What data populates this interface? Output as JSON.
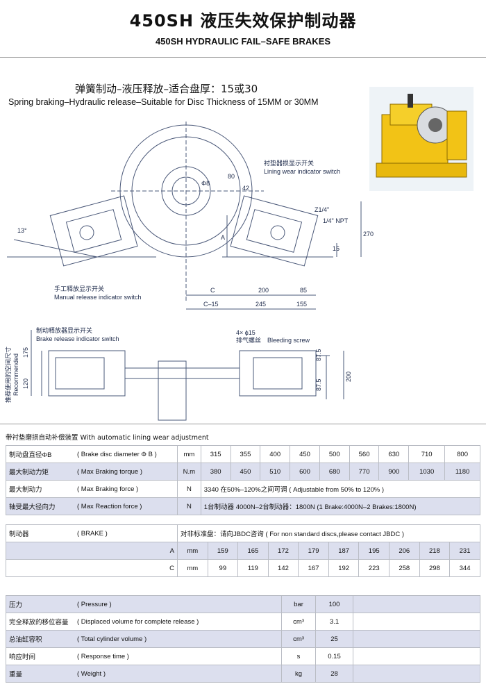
{
  "header": {
    "title_cn": "450SH 液压失效保护制动器",
    "title_en": "450SH HYDRAULIC FAIL–SAFE BRAKES"
  },
  "subtitle": {
    "cn": "弹簧制动–液压释放–适合盘厚：15或30",
    "en": "Spring braking–Hydraulic release–Suitable for Disc Thickness of 15MM or 30MM"
  },
  "drawing": {
    "labels": {
      "angle": "13°",
      "phi8": "Φ8",
      "dim_80": "80",
      "dim_42": "42",
      "lining_cn": "衬垫器损显示开关",
      "lining_en": "Lining wear indicator switch",
      "z14": "Z1/4\"",
      "npt": "1/4\" NPT",
      "dim_A": "A",
      "dim_270": "270",
      "dim_15": "15",
      "manual_cn": "手工释放显示开关",
      "manual_en": "Manual release indicator switch",
      "dim_C": "C",
      "dim_200": "200",
      "dim_85": "85",
      "dim_C15": "C–15",
      "dim_245": "245",
      "dim_155": "155",
      "holes": "4× ϕ15",
      "bleed_cn": "排气螺丝",
      "bleed_en": "Bleeding screw",
      "release_cn": "制动释放器显示开关",
      "release_en": "Brake release indicator switch",
      "vertical_cn": "推荐使用的空间尺寸",
      "vertical_en": "Recommended",
      "dim_175": "175",
      "dim_120": "120",
      "dim_875a": "87.5",
      "dim_875b": "87.5",
      "dim_200v": "200"
    }
  },
  "note": "带衬垫磨损自动补偿装置   With automatic lining wear adjustment",
  "table1": {
    "rows": [
      {
        "cn": "制动盘直径ΦB",
        "en": "( Brake disc diameter Φ B )",
        "unit": "mm",
        "values": [
          "315",
          "355",
          "400",
          "450",
          "500",
          "560",
          "630",
          "710",
          "800"
        ]
      },
      {
        "cn": "最大制动力矩",
        "en": "( Max Braking torque )",
        "unit": "N.m",
        "values": [
          "380",
          "450",
          "510",
          "600",
          "680",
          "770",
          "900",
          "1030",
          "1180"
        ]
      },
      {
        "cn": "最大制动力",
        "en": "( Max Braking force )",
        "unit": "N",
        "text": "3340        在50%–120%之间可调  ( Adjustable from 50% to 120% )"
      },
      {
        "cn": "轴受最大径向力",
        "en": "( Max Reaction force )",
        "unit": "N",
        "text": "1台制动器 4000N–2台制动器：1800N (1 Brake:4000N–2 Brakes:1800N)"
      }
    ]
  },
  "table2": {
    "brake_cn": "制动器",
    "brake_en": "( BRAKE )",
    "note": "对非标准盘：请向JBDC咨询 ( For non standard discs,please contact JBDC )",
    "rows": [
      {
        "label": "A",
        "unit": "mm",
        "values": [
          "159",
          "165",
          "172",
          "179",
          "187",
          "195",
          "206",
          "218",
          "231"
        ]
      },
      {
        "label": "C",
        "unit": "mm",
        "values": [
          "99",
          "119",
          "142",
          "167",
          "192",
          "223",
          "258",
          "298",
          "344"
        ]
      }
    ]
  },
  "table3": {
    "rows": [
      {
        "cn": "压力",
        "en": "( Pressure )",
        "unit": "bar",
        "value": "100"
      },
      {
        "cn": "完全释放的移位容量",
        "en": "( Displaced volume for complete release )",
        "unit": "cm³",
        "value": "3.1"
      },
      {
        "cn": "总油缸容积",
        "en": "( Total cylinder volume )",
        "unit": "cm³",
        "value": "25"
      },
      {
        "cn": "响应时间",
        "en": "( Response time )",
        "unit": "s",
        "value": "0.15"
      },
      {
        "cn": "重量",
        "en": "( Weight )",
        "unit": "kg",
        "value": "28"
      }
    ]
  },
  "colors": {
    "table_alt": "#dcdfee",
    "photo_yellow": "#f2c316",
    "line": "#5a6a8a"
  }
}
